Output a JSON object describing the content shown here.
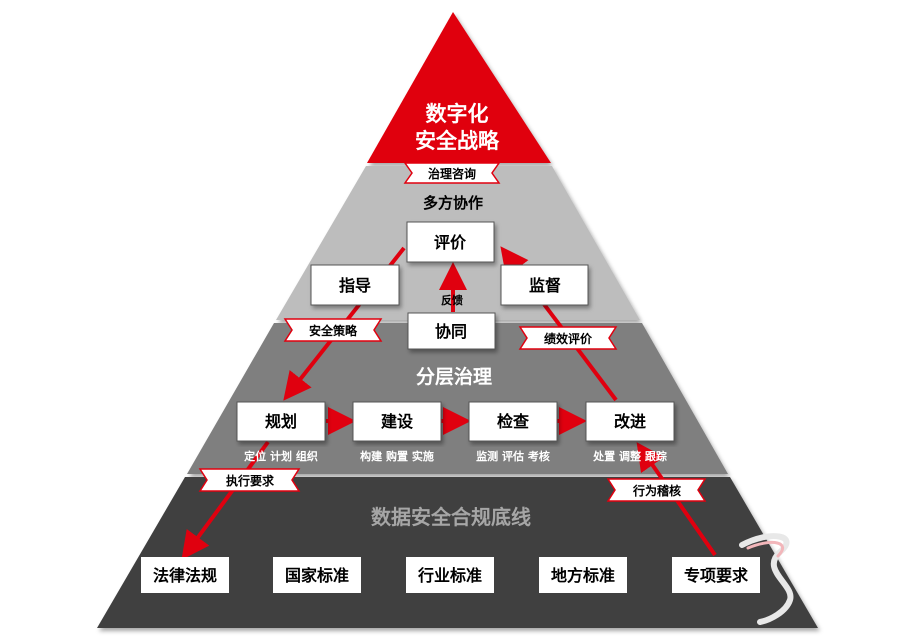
{
  "tiers": {
    "strategy": {
      "title_line1": "数字化",
      "title_line2": "安全战略",
      "color": "#e0000f"
    },
    "collab": {
      "title": "多方协作",
      "color": "#bdbdbd"
    },
    "govern": {
      "title": "分层治理",
      "color": "#808080"
    },
    "baseline": {
      "title": "数据安全合规底线",
      "color": "#404040"
    }
  },
  "collab_boxes": {
    "evaluate": "评价",
    "guide": "指导",
    "supervise": "监督",
    "cooperate": "协同",
    "feedback": "反馈"
  },
  "process": {
    "steps": [
      {
        "label": "规划",
        "sub": "定位 计划 组织"
      },
      {
        "label": "建设",
        "sub": "构建 购置 实施"
      },
      {
        "label": "检查",
        "sub": "监测 评估 考核"
      },
      {
        "label": "改进",
        "sub": "处置 调整 跟踪"
      }
    ]
  },
  "tags": {
    "consult": "治理咨询",
    "strategy": "安全策略",
    "perf": "绩效评价",
    "exec": "执行要求",
    "audit": "行为稽核"
  },
  "standards": [
    "法律法规",
    "国家标准",
    "行业标准",
    "地方标准",
    "专项要求"
  ],
  "colors": {
    "accent": "#e0000f",
    "box_bg": "#ffffff",
    "box_border": "#555555"
  }
}
